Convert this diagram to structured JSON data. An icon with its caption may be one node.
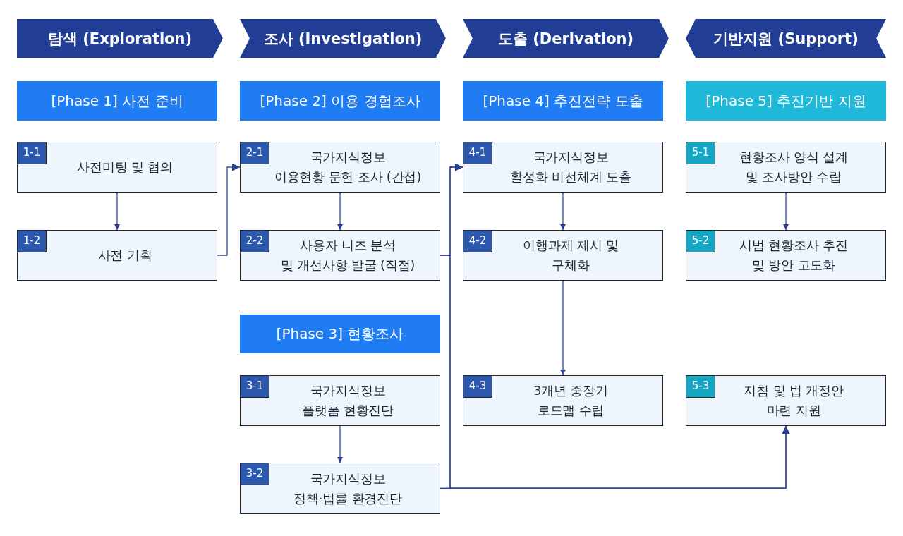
{
  "diagram": {
    "nodes": [
      {
        "text": [
          "탐색 (Exploration)"
        ]
      },
      {
        "text": [
          "조사 (Investigation)"
        ]
      },
      {
        "text": [
          "도출 (Derivation)"
        ]
      },
      {
        "text": [
          "기반지원 (Support)"
        ]
      },
      {
        "text": [
          "[Phase 1] 사전 준비"
        ]
      },
      {
        "text": [
          "[Phase 2] 이용 경험조사"
        ]
      },
      {
        "text": [
          "[Phase 4] 추진전략 도출"
        ]
      },
      {
        "text": [
          "[Phase 5] 추진기반 지원"
        ]
      },
      {
        "text": [
          "1-1",
          "사전미팅 및 협의"
        ]
      },
      {
        "text": [
          "2-1",
          "국가지식정보 이용현황 문헌 조사 (간접)"
        ]
      },
      {
        "text": [
          "4-1",
          "국가지식정보 활성화 비전체계 도출"
        ]
      },
      {
        "text": [
          "5-1",
          "현황조사 양식 설계 및 조사방안 수립"
        ]
      },
      {
        "text": [
          "1-2",
          "사전 기획"
        ]
      },
      {
        "text": [
          "2-2",
          "사용자 니즈 분석 및 개선사항 발굴 (직접)"
        ]
      },
      {
        "text": [
          "4-2",
          "이행과제 제시 및 구체화"
        ]
      },
      {
        "text": [
          "5-2",
          "시범 현황조사 추진 및 방안 고도화"
        ]
      },
      {
        "text": [
          "[Phase 3] 현황조사"
        ]
      },
      {
        "text": [
          "3-1",
          "국가지식정보 플랫폼 현황진단"
        ]
      },
      {
        "text": [
          "4-3",
          "3개년 중장기 로드맵 수립"
        ]
      },
      {
        "text": [
          "5-3",
          "지침 및 법 개정안 마련 지원"
        ]
      },
      {
        "text": [
          "3-2",
          "국가지식정보 정책·법률 환경진단"
        ]
      }
    ],
    "edges": [
      {
        "from": 8,
        "to": 12,
        "arrow": "to"
      },
      {
        "from": 12,
        "to": 9,
        "arrow": "to"
      },
      {
        "from": 9,
        "to": 13,
        "arrow": "to"
      },
      {
        "from": 13,
        "to": 10,
        "arrow": "to"
      },
      {
        "from": 13,
        "to": 19,
        "arrow": "to"
      },
      {
        "from": 20,
        "to": 10,
        "arrow": "to"
      },
      {
        "from": 20,
        "to": 19,
        "arrow": "to"
      },
      {
        "from": 17,
        "to": 20,
        "arrow": "to"
      },
      {
        "from": 10,
        "to": 14,
        "arrow": "to"
      },
      {
        "from": 14,
        "to": 18,
        "arrow": "to"
      },
      {
        "from": 11,
        "to": 15,
        "arrow": "to"
      }
    ]
  }
}
